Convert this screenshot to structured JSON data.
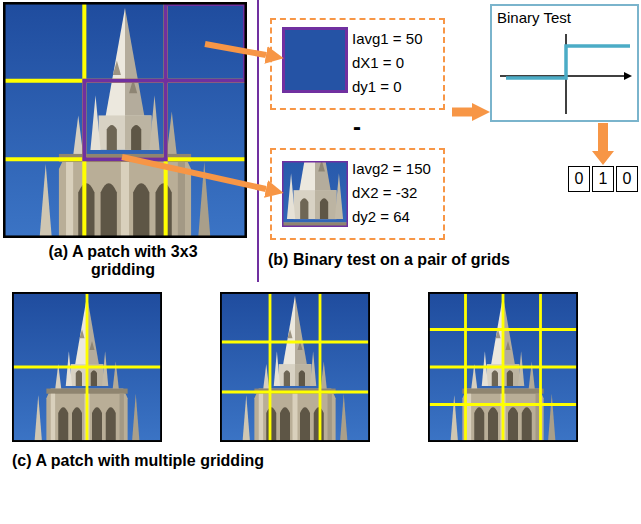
{
  "diagram": {
    "nodes": [
      {
        "text": [
          "Iavg1 = 50",
          "dX1 = 0",
          "dy1 = 0"
        ]
      },
      {
        "text": [
          "Iavg2 = 150",
          "dX2 = -32",
          "dy2 = 64"
        ]
      },
      {
        "text": [
          "Binary Test"
        ]
      },
      {
        "text": [
          "0"
        ]
      },
      {
        "text": [
          "1"
        ]
      },
      {
        "text": [
          "0"
        ]
      }
    ],
    "edges": [
      {
        "from": 2,
        "to": 4,
        "arrow": "to"
      }
    ],
    "labels": [
      "(a) A patch with 3x3 gridding",
      "-",
      "(b) Binary test on a pair of grids",
      "(c) A patch with multiple gridding"
    ]
  }
}
